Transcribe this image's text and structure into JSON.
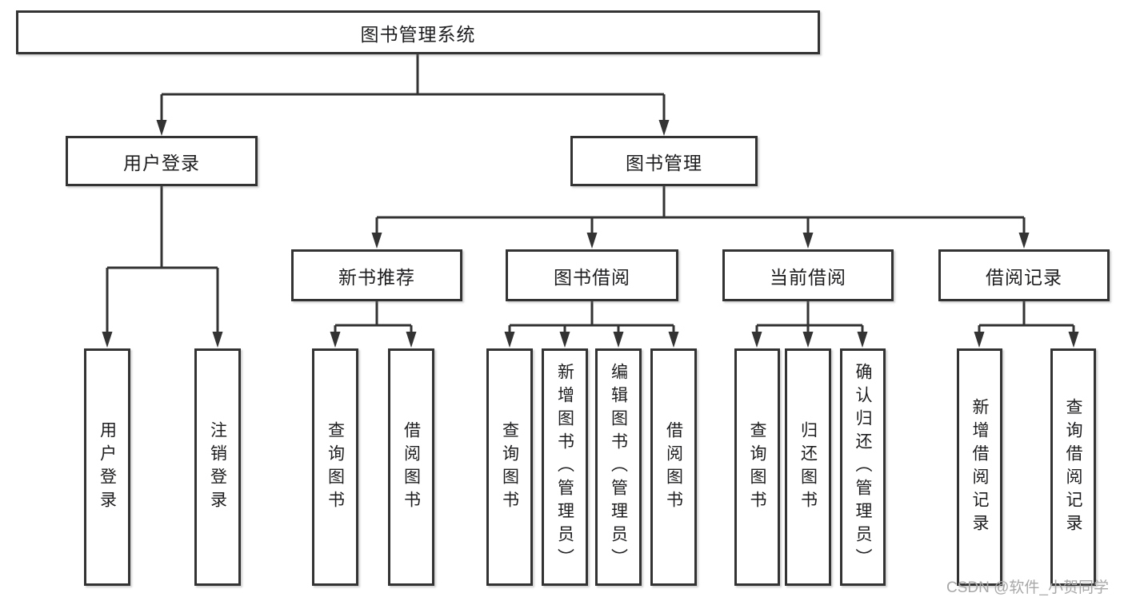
{
  "diagram": {
    "root_label": "图书管理系统",
    "level2": [
      {
        "label": "用户登录",
        "children": [
          {
            "label": "用户登录"
          },
          {
            "label": "注销登录"
          }
        ]
      },
      {
        "label": "图书管理",
        "children": [
          {
            "label": "新书推荐",
            "children": [
              {
                "label": "查询图书"
              },
              {
                "label": "借阅图书"
              }
            ]
          },
          {
            "label": "图书借阅",
            "children": [
              {
                "label": "查询图书"
              },
              {
                "label": "新增图书（管理员）"
              },
              {
                "label": "编辑图书（管理员）"
              },
              {
                "label": "借阅图书"
              }
            ]
          },
          {
            "label": "当前借阅",
            "children": [
              {
                "label": "查询图书"
              },
              {
                "label": "归还图书"
              },
              {
                "label": "确认归还（管理员）"
              }
            ]
          },
          {
            "label": "借阅记录",
            "children": [
              {
                "label": "新增借阅记录"
              },
              {
                "label": "查询借阅记录"
              }
            ]
          }
        ]
      }
    ],
    "watermark": "CSDN @软件_小贺同学",
    "colors": {
      "line": "#333333",
      "text": "#1d1d1f",
      "watermark": "#a8a8a8",
      "background": "#ffffff"
    }
  }
}
